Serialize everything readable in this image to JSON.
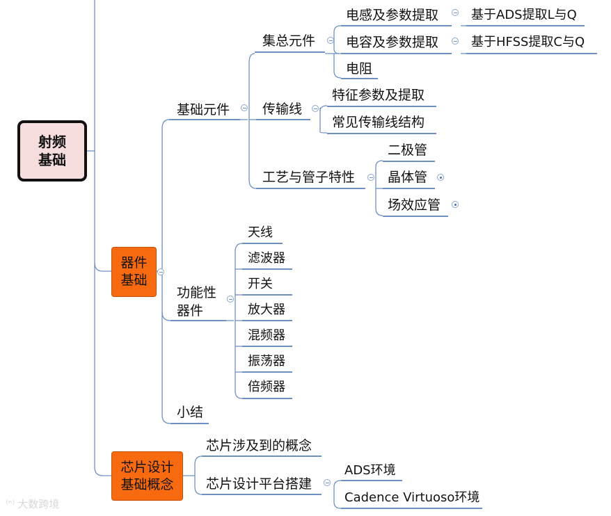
{
  "root": {
    "line1": "射频",
    "line2": "基础"
  },
  "branches": {
    "device": {
      "line1": "器件",
      "line2": "基础"
    },
    "chip": {
      "line1": "芯片设计",
      "line2": "基础概念"
    }
  },
  "nodes": {
    "basic_components": "基础元件",
    "lumped": "集总元件",
    "inductor": "电感及参数提取",
    "ads_lq": "基于ADS提取L与Q",
    "capacitor": "电容及参数提取",
    "hfss_cq": "基于HFSS提取C与Q",
    "resistor": "电阻",
    "tline": "传输线",
    "char_params": "特征参数及提取",
    "common_tline": "常见传输线结构",
    "process": "工艺与管子特性",
    "diode": "二极管",
    "transistor": "晶体管",
    "fet": "场效应管",
    "functional_line1": "功能性",
    "functional_line2": "器件",
    "antenna": "天线",
    "filter": "滤波器",
    "switch": "开关",
    "amplifier": "放大器",
    "mixer": "混频器",
    "oscillator": "振荡器",
    "multiplier": "倍频器",
    "summary": "小结",
    "chip_concepts": "芯片涉及到的概念",
    "platform": "芯片设计平台搭建",
    "ads_env": "ADS环境",
    "cadence_env": "Cadence Virtuoso环境"
  },
  "watermark": "大数跨境",
  "colors": {
    "line": "#6f90c2",
    "orange": "#f86a10",
    "root_bg": "#f7dede"
  }
}
